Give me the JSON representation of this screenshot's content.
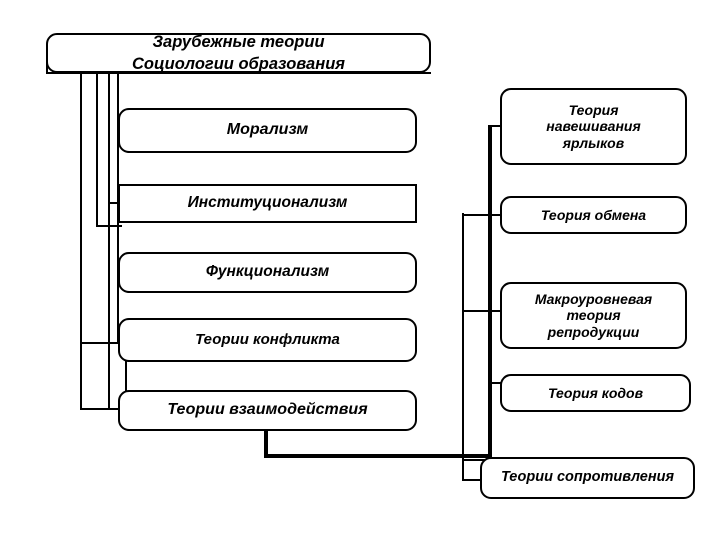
{
  "diagram": {
    "title": "Зарубежные теории Социологии образования",
    "title_lines": "Зарубежные теории\nСоциологии образования",
    "line_color": "#000000",
    "box_fill": "#ffffff",
    "left_branch": [
      {
        "id": "moralizm",
        "label": "Морализм"
      },
      {
        "id": "institutsionalizm",
        "label": "Институционализм"
      },
      {
        "id": "funktsionalizm",
        "label": "Функционализм"
      },
      {
        "id": "teorii-konflikta",
        "label": "Теории конфликта"
      },
      {
        "id": "teorii-vzaimodeystviya",
        "label": "Теории взаимодействия"
      }
    ],
    "right_branch": [
      {
        "id": "teoriya-naveshivaniya-yarlykov",
        "label": "Теория\nнавешивания\nярлыков"
      },
      {
        "id": "teoriya-obmena",
        "label": "Теория обмена"
      },
      {
        "id": "makrourovnevaya-teoriya-reproduktsii",
        "label": "Макроуровневая\nтеория\nрепродукции"
      },
      {
        "id": "teoriya-kodov",
        "label": "Теория кодов"
      },
      {
        "id": "teorii-soprotivleniya",
        "label": "Теории сопротивления"
      }
    ]
  }
}
